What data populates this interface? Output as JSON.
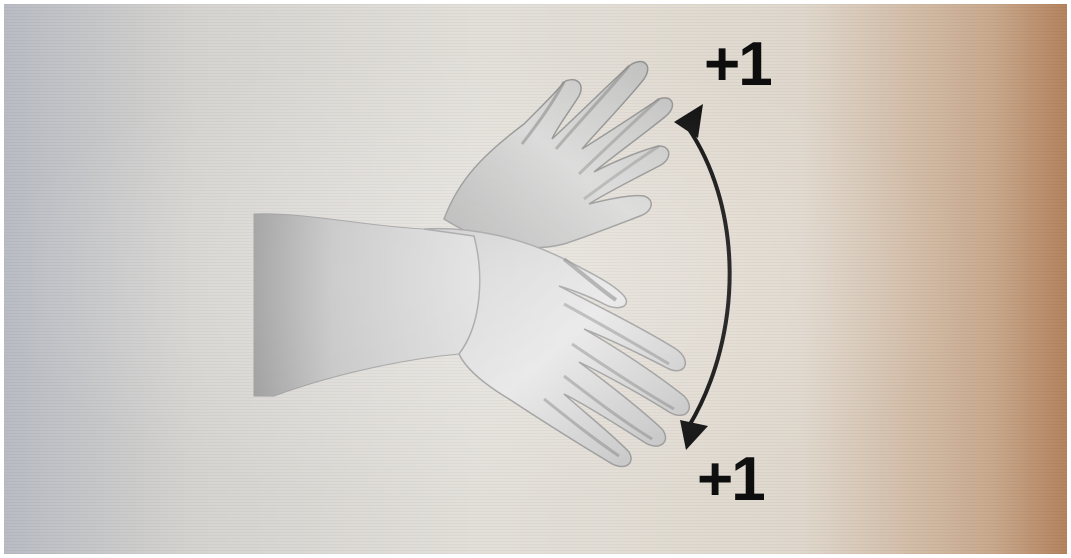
{
  "labels": {
    "top": "+1",
    "bottom": "+1"
  },
  "colors": {
    "ink": "#0d0d0d",
    "hand_light": "#e4e4e4",
    "hand_mid": "#b4b4b4",
    "hand_shadow": "#7a7a7a"
  },
  "icons": {
    "top_arrowhead": "up-arrowhead",
    "bottom_arrowhead": "down-arrowhead"
  }
}
